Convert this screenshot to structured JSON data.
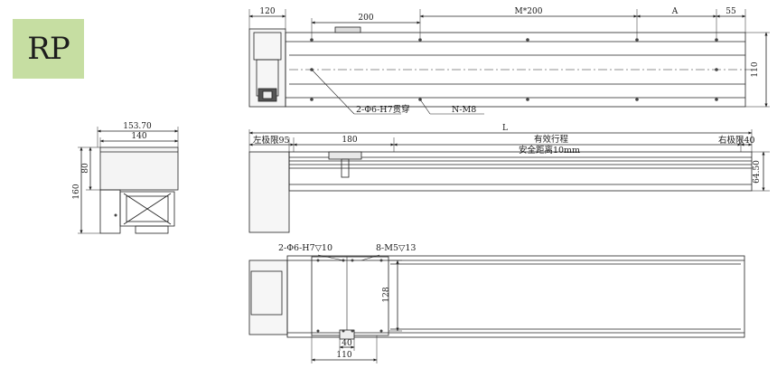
{
  "badge": {
    "label": "RP",
    "color": "#c6dea2"
  },
  "top_view": {
    "dims": {
      "left": "120",
      "pitch": "200",
      "repeat": "M*200",
      "a": "A",
      "right": "55",
      "height": "110"
    },
    "callouts": {
      "holes": "2-Φ6-H7贯穿",
      "tapped": "N-M8"
    }
  },
  "end_view": {
    "dims": {
      "overall_width": "153.70",
      "width": "140",
      "upper_height": "80",
      "total_height": "160"
    }
  },
  "side_view": {
    "dims": {
      "length": "L",
      "left_limit": "左极限95",
      "carriage": "180",
      "stroke": "有效行程",
      "safety": "安全距离10mm",
      "right_limit": "右极限40",
      "profile_height": "64.50"
    }
  },
  "bottom_view": {
    "callouts": {
      "pin_holes": "2-Φ6-H7▽10",
      "screw_holes": "8-M5▽13"
    },
    "dims": {
      "height": "128",
      "pin_spacing": "40",
      "width": "110"
    }
  }
}
